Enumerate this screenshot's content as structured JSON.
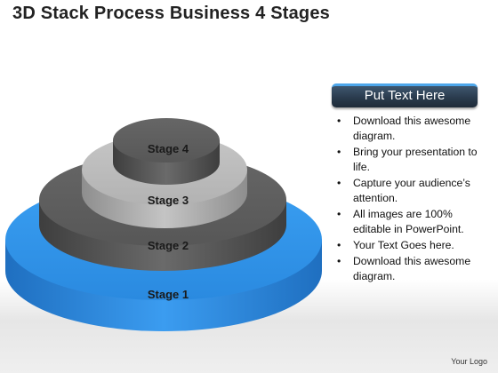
{
  "title": "3D Stack Process Business 4 Stages",
  "stages": [
    {
      "label": "Stage 1",
      "color": "#2e8fe0"
    },
    {
      "label": "Stage 2",
      "color": "#5a5a5a"
    },
    {
      "label": "Stage 3",
      "color": "#b4b4b4"
    },
    {
      "label": "Stage 4",
      "color": "#5a5a5a"
    }
  ],
  "panel": {
    "header": "Put Text Here",
    "bullets": [
      "Download this awesome diagram.",
      "Bring your presentation to life.",
      "Capture your audience’s attention.",
      "All images are 100% editable in PowerPoint.",
      "Your Text Goes here.",
      "Download this awesome diagram."
    ],
    "bullet_glyph": "•"
  },
  "logo": "Your Logo"
}
